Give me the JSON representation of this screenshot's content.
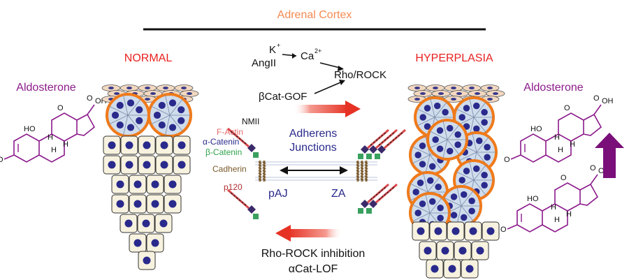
{
  "header": {
    "title": "Adrenal Cortex"
  },
  "left_panel": {
    "label": "NORMAL",
    "hormone": "Aldosterone"
  },
  "right_panel": {
    "label": "HYPERPLASIA",
    "hormone": "Aldosterone"
  },
  "pathway": {
    "k": "K",
    "k_sup": "+",
    "ang": "AngII",
    "ca": "Ca",
    "ca_sup": "2+",
    "rho": "Rho/ROCK",
    "gof": "βCat-GOF"
  },
  "junction": {
    "nmii": "NMII",
    "factin": "F-Actin",
    "acat": "α-Catenin",
    "bcat": "β-Catenin",
    "cadherin": "Cadherin",
    "p120": "p120",
    "title_line1": "Adherens",
    "title_line2": "Junctions",
    "paj": "pAJ",
    "za": "ZA"
  },
  "bottom": {
    "inhibition": "Rho-ROCK inhibition",
    "lof": "αCat-LOF"
  },
  "molecule": {
    "ho": "HO",
    "h": "H",
    "o": "O",
    "oh": "OH"
  },
  "colors": {
    "orange_title": "#f58a52",
    "red_label": "#e8211f",
    "purple": "#8b1a8b",
    "navy": "#2a2a8c",
    "cell_fill": "#f7f2df",
    "ros_fill": "#cfdcec",
    "ros_ring": "#f07a1a",
    "arrow_red": "#e63224"
  }
}
